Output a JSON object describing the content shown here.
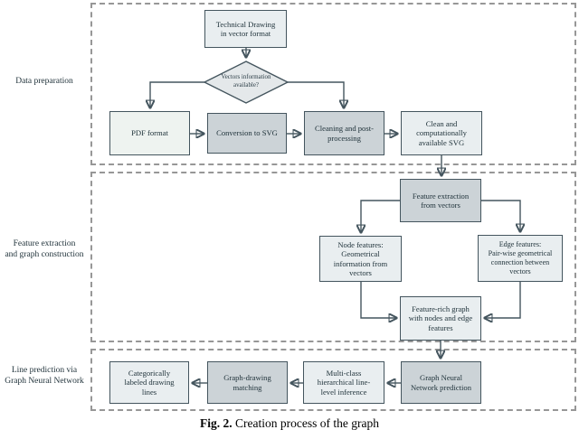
{
  "figure": {
    "caption_prefix": "Fig. 2.",
    "caption_text": " Creation process of the graph"
  },
  "sections": [
    {
      "label": "Data preparation"
    },
    {
      "label": "Feature extraction\nand graph construction"
    },
    {
      "label": "Line prediction via\nGraph Neural Network"
    }
  ],
  "nodes": {
    "tech_drawing": {
      "label": "Technical Drawing\nin vector format"
    },
    "vectors_available": {
      "label": "Vectors information\navailable?"
    },
    "pdf_format": {
      "label": "PDF format"
    },
    "conversion_svg": {
      "label": "Conversion to SVG"
    },
    "cleaning": {
      "label": "Cleaning and post-\nprocessing"
    },
    "clean_svg": {
      "label": "Clean and\ncomputationally\navailable SVG"
    },
    "feature_extraction": {
      "label": "Feature extraction\nfrom vectors"
    },
    "node_features": {
      "label": "Node features:\nGeometrical\ninformation from\nvectors"
    },
    "edge_features": {
      "label": "Edge features:\nPair-wise geometrical\nconnection between\nvectors"
    },
    "feature_rich": {
      "label": "Feature-rich graph\nwith nodes and edge\nfeatures"
    },
    "categorical": {
      "label": "Categorically\nlabeled drawing\nlines"
    },
    "graph_matching": {
      "label": "Graph-drawing\nmatching"
    },
    "multi_class": {
      "label": "Multi-class\nhierarchical line-\nlevel inference"
    },
    "gnn_prediction": {
      "label": "Graph Neural\nNetwork prediction"
    }
  },
  "colors": {
    "box_fill_light": "#e9eef0",
    "box_fill_pdf": "#eef3f0",
    "box_fill_gray": "#ccd3d7",
    "diamond_fill": "#e4e8ea",
    "box_border": "#44555e",
    "connector": "#44555e",
    "dashed_border": "#979797",
    "text": "#1d3038"
  }
}
